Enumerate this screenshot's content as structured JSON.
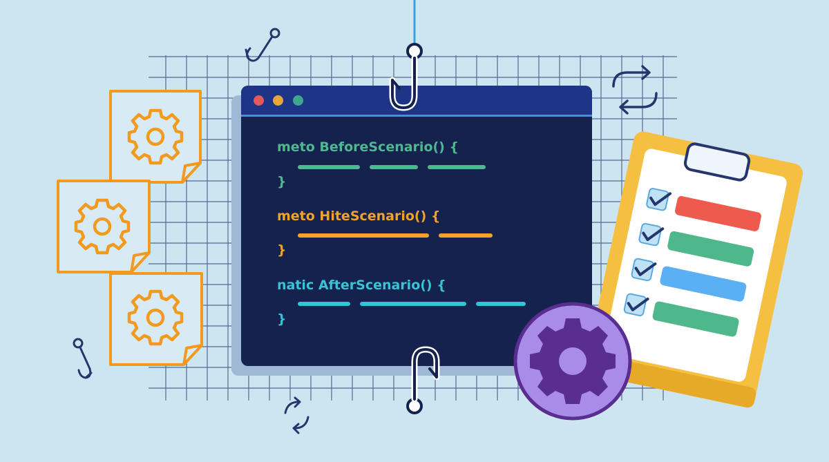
{
  "code": {
    "method1": "meto BeforeScenario() {",
    "method2": "meto HiteScenario() {",
    "method3": "natic AfterScenario() {",
    "close_brace": "}"
  },
  "colors": {
    "background": "#cde5f1",
    "window": "#14224d",
    "titlebar": "#1e3486",
    "green": "#4fb891",
    "orange": "#f2a22a",
    "cyan": "#38c3d6",
    "purple": "#a98be8",
    "clipboard": "#f5c042"
  },
  "icons": [
    "gear-icon",
    "fishing-hook-icon",
    "refresh-icon",
    "checklist-icon",
    "checkmark-icon"
  ]
}
